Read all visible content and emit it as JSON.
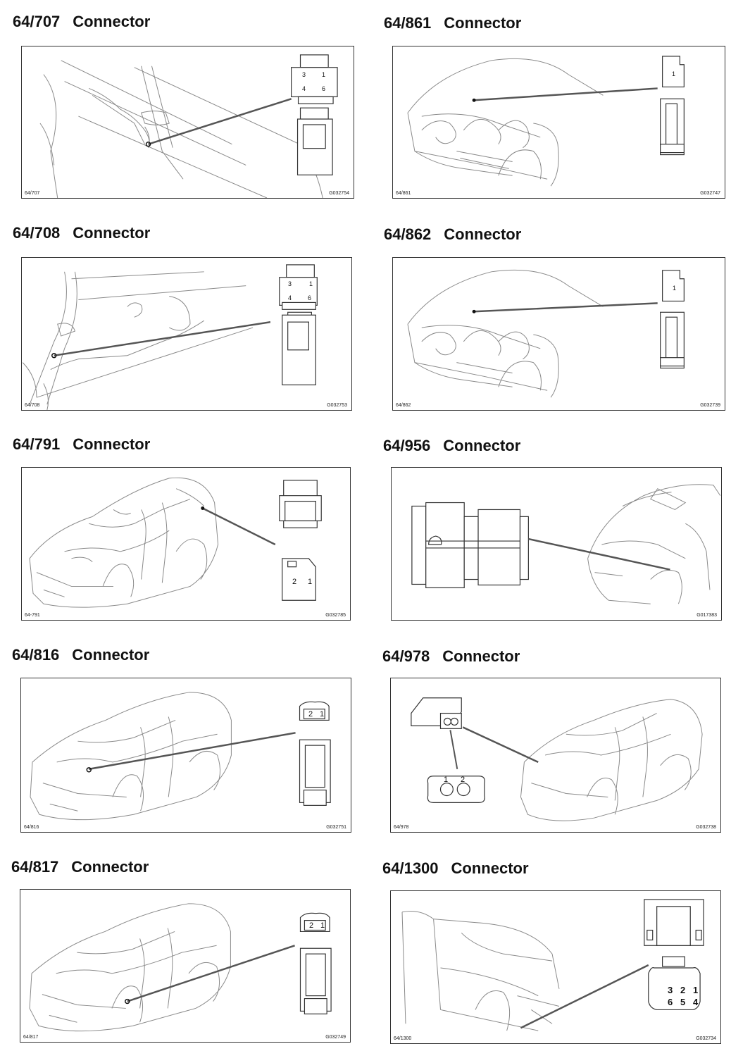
{
  "panels": [
    {
      "code": "64/707",
      "label": "Connector",
      "caption_left": "64/707",
      "caption_right": "G032754",
      "pins": [
        "3",
        "1",
        "4",
        "6"
      ]
    },
    {
      "code": "64/861",
      "label": "Connector",
      "caption_left": "64/861",
      "caption_right": "G032747",
      "pins": [
        "1"
      ]
    },
    {
      "code": "64/708",
      "label": "Connector",
      "caption_left": "64/708",
      "caption_right": "G032753",
      "pins": [
        "3",
        "1",
        "4",
        "6"
      ]
    },
    {
      "code": "64/862",
      "label": "Connector",
      "caption_left": "64/862",
      "caption_right": "G032739",
      "pins": [
        "1"
      ]
    },
    {
      "code": "64/791",
      "label": "Connector",
      "caption_left": "64-791",
      "caption_right": "G032785",
      "pins": [
        "2",
        "1"
      ]
    },
    {
      "code": "64/956",
      "label": "Connector",
      "caption_left": "",
      "caption_right": "G017383",
      "pins": []
    },
    {
      "code": "64/816",
      "label": "Connector",
      "caption_left": "64/816",
      "caption_right": "G032751",
      "pins": [
        "2",
        "1"
      ]
    },
    {
      "code": "64/978",
      "label": "Connector",
      "caption_left": "64/978",
      "caption_right": "G032738",
      "pins": [
        "1",
        "2"
      ]
    },
    {
      "code": "64/817",
      "label": "Connector",
      "caption_left": "64/817",
      "caption_right": "G032749",
      "pins": [
        "2",
        "1"
      ]
    },
    {
      "code": "64/1300",
      "label": "Connector",
      "caption_left": "64/1300",
      "caption_right": "G032734",
      "pins": [
        "3",
        "2",
        "1",
        "6",
        "5",
        "4"
      ]
    }
  ],
  "colors": {
    "line": "#333333",
    "leader": "#555555",
    "sketch": "#8a8a8a"
  }
}
